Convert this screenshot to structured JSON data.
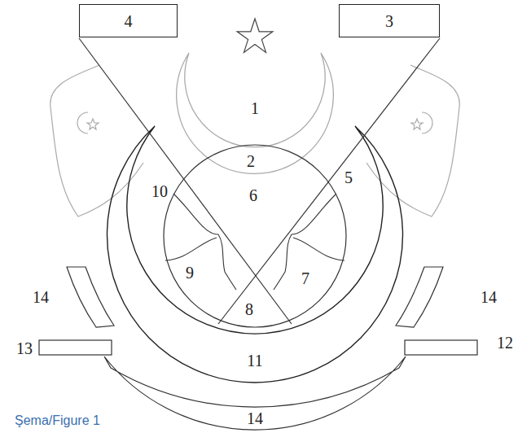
{
  "diagram": {
    "caption": "Şema/Figure 1",
    "nodes": [
      {
        "text": [
          "4"
        ]
      },
      {
        "text": [
          "3"
        ]
      }
    ],
    "labels": [
      "1",
      "2",
      "5",
      "10",
      "6",
      "9",
      "7",
      "14",
      "14",
      "8",
      "12",
      "13",
      "11",
      "14"
    ]
  }
}
